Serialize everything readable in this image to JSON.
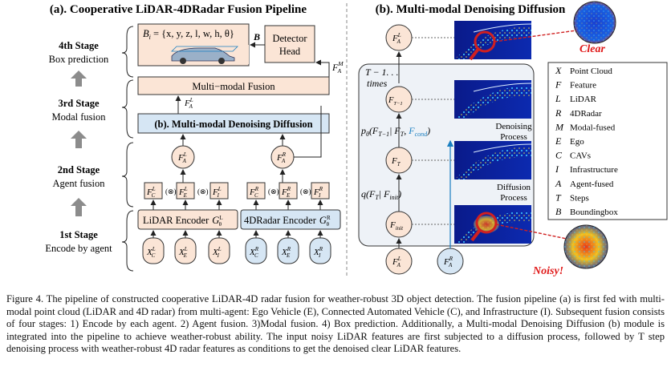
{
  "left_panel": {
    "title": "(a). Cooperative LiDAR-4DRadar Fusion Pipeline",
    "stages": [
      {
        "name": "4th Stage",
        "desc": "Box prediction"
      },
      {
        "name": "3rd Stage",
        "desc": "Modal fusion"
      },
      {
        "name": "2nd Stage",
        "desc": "Agent fusion"
      },
      {
        "name": "1st Stage",
        "desc": "Encode by agent"
      }
    ],
    "box_formula": "B",
    "box_formula_sub": "i",
    "box_formula_rest": " = {x, y, z, l, w, h, θ}",
    "bbox_symbol": "B",
    "detector_head": [
      "Detector",
      "Head"
    ],
    "multimodal_fusion": "Multi−modal Fusion",
    "denoising_module": "(b). Multi-modal Denoising Diffusion",
    "lidar_encoder": "LiDAR Encoder",
    "radar_encoder": "4DRadar Encoder",
    "encoder_sym": "G",
    "encoder_sub": "θ",
    "fused_sym": "F",
    "agent_sub": "A",
    "lidar_sup": "L",
    "radar_sup": "R",
    "mm_sup": "M",
    "agents": [
      "C",
      "E",
      "I"
    ],
    "point_sym": "X"
  },
  "right_panel": {
    "title": "(b). Multi-modal Denoising Diffusion",
    "steps_text": "T − 1. . .",
    "times_text": "times",
    "denoise_label": [
      "Denoising",
      "Process"
    ],
    "diffusion_label": [
      "Diffusion",
      "Process"
    ],
    "denoise_formula": "pθ(FT−1| FT, Fcond)",
    "diffuse_formula": "q(FT| Finit)",
    "node_T1": "T−1",
    "node_T": "T",
    "node_init": "init",
    "clear_label": "Clear",
    "noisy_label": "Noisy!",
    "legend": [
      {
        "sym": "X",
        "text": "Point Cloud"
      },
      {
        "sym": "F",
        "text": "Feature"
      },
      {
        "sym": "L",
        "text": "LiDAR"
      },
      {
        "sym": "R",
        "text": "4DRadar"
      },
      {
        "sym": "M",
        "text": "Modal-fused"
      },
      {
        "sym": "E",
        "text": "Ego"
      },
      {
        "sym": "C",
        "text": "CAVs"
      },
      {
        "sym": "I",
        "text": "Infrastructure"
      },
      {
        "sym": "A",
        "text": "Agent-fused"
      },
      {
        "sym": "T",
        "text": "Steps"
      },
      {
        "sym": "B",
        "text": "Boundingbox"
      }
    ]
  },
  "caption": "Figure 4.  The pipeline of constructed cooperative LiDAR-4D radar fusion for weather-robust 3D object detection. The fusion pipeline (a) is first fed with multi-modal point cloud (LiDAR and 4D radar) from multi-agent: Ego Vehicle (E), Connected Automated Vehicle (C), and Infrastructure (I). Subsequent fusion consists of four stages: 1) Encode by each agent. 2) Agent fusion. 3)Modal fusion. 4) Box prediction. Additionally, a Multi-modal Denoising Diffusion (b) module is integrated into the pipeline to achieve weather-robust ability. The input noisy LiDAR features are first subjected to a diffusion process, followed by T step denoising process with weather-robust 4D radar features as conditions to get the denoised clear LiDAR features.",
  "colors": {
    "accent_blue": "#1a7fc1",
    "clear_red": "#e01818",
    "box_fill": "#fbe5d6",
    "panel_fill": "#d6e6f4"
  }
}
